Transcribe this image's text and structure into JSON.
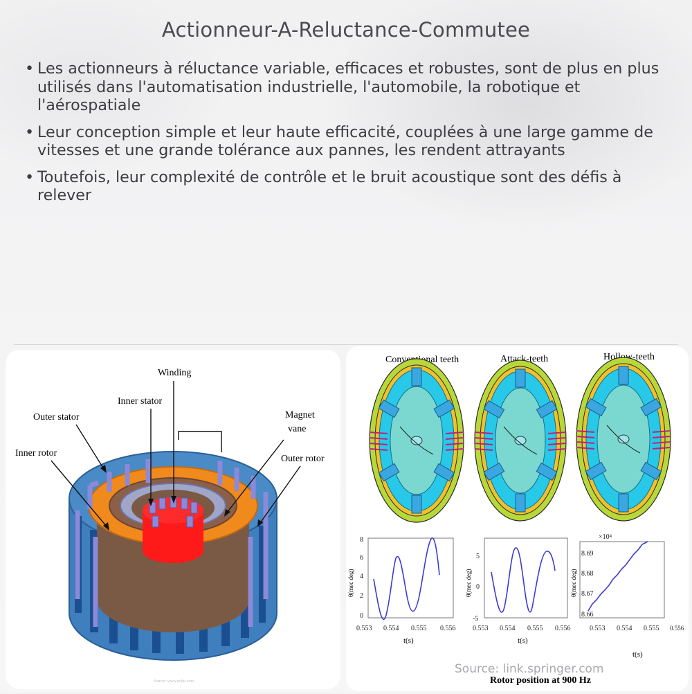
{
  "title": "Actionneur-A-Reluctance-Commutee",
  "bullets": [
    "Les actionneurs à réluctance variable, efficaces et robustes, sont de plus en plus utilisés dans l'automatisation industrielle, l'automobile, la robotique et l'aérospatiale",
    "Leur conception simple et leur haute efficacité, couplées à une large gamme de vitesses et une grande tolérance aux pannes, les rendent attrayants",
    "Toutefois, leur complexité de contrôle et le bruit acoustique sont des défis à relever"
  ],
  "left_figure": {
    "labels": {
      "winding": "Winding",
      "inner_stator": "Inner stator",
      "outer_stator": "Outer stator",
      "inner_rotor": "Inner rotor",
      "magnet_vane_1": "Magnet",
      "magnet_vane_2": "vane",
      "outer_rotor": "Outer rotor"
    },
    "watermark": "Source: www.mdpi.com"
  },
  "right_figure": {
    "titles": [
      "Conventional teeth",
      "Attack-teeth",
      "Hollow-teeth"
    ],
    "caption": "Rotor position at 900 Hz",
    "plot1": {
      "yticks": [
        "8",
        "6",
        "4",
        "2",
        "0"
      ],
      "xticks": [
        "0.553",
        "0.554",
        "0.555",
        "0.556"
      ],
      "ylabel": "θ(mec deg)",
      "xlabel": "t(s)"
    },
    "plot2": {
      "yticks": [
        "5",
        "0",
        "-5"
      ],
      "xticks": [
        "0.553",
        "0.554",
        "0.555",
        "0.556"
      ],
      "ylabel": "θ(mec deg)",
      "xlabel": "t(s)"
    },
    "plot3": {
      "exponent": "×10⁴",
      "yticks": [
        "8.69",
        "8.68",
        "8.67",
        "8.66"
      ],
      "xticks": [
        "0.553",
        "0.554",
        "0.555",
        "0.556"
      ],
      "ylabel": "θ(mec deg)",
      "xlabel": "t(s)"
    }
  },
  "source": "Source: link.springer.com",
  "colors": {
    "stator_blue": "#3a78b8",
    "rotor_orange": "#f08a1c",
    "core_red": "#ff1a1a",
    "coil_purple": "#8c8ad8",
    "plot_line": "#3b3bd4"
  }
}
